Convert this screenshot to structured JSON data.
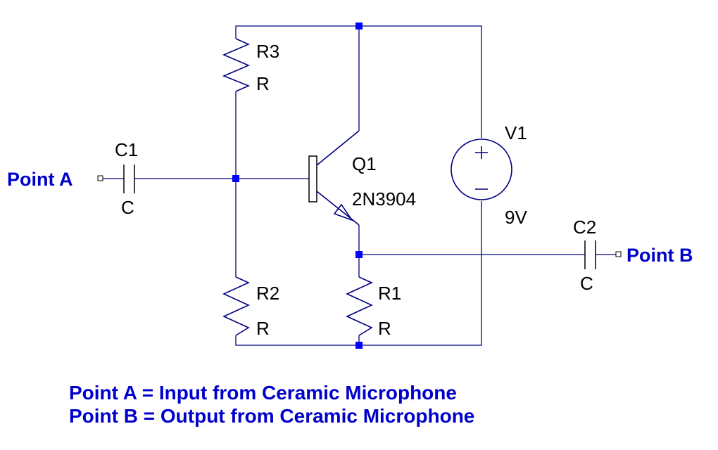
{
  "ports": {
    "a_label": "Point A",
    "b_label": "Point B"
  },
  "components": {
    "c1": {
      "name": "C1",
      "value": "C"
    },
    "c2": {
      "name": "C2",
      "value": "C"
    },
    "r1": {
      "name": "R1",
      "value": "R"
    },
    "r2": {
      "name": "R2",
      "value": "R"
    },
    "r3": {
      "name": "R3",
      "value": "R"
    },
    "q1": {
      "name": "Q1",
      "value": "2N3904"
    },
    "v1": {
      "name": "V1",
      "value": "9V"
    }
  },
  "notes": [
    "Point A = Input from Ceramic Microphone",
    "Point B = Output from Ceramic Microphone"
  ],
  "colors": {
    "wire": "#00007f",
    "node": "#0000ff",
    "port_text": "#0000cc"
  }
}
